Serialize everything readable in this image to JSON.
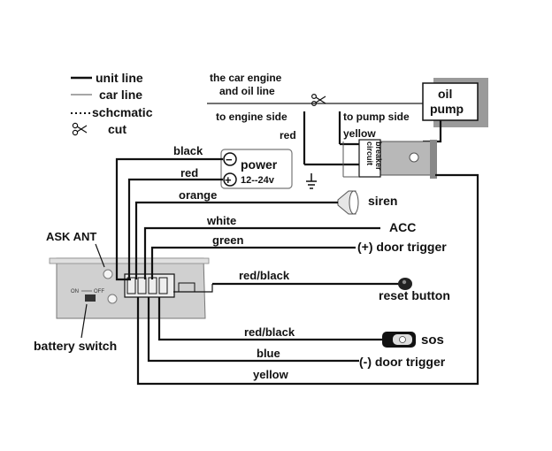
{
  "legend": {
    "unit_line": "unit line",
    "car_line": "car line",
    "schematic": "schcmatic",
    "cut": "cut"
  },
  "engine": {
    "title_line1": "the car engine",
    "title_line2": "and oil line",
    "to_engine_side": "to engine side",
    "to_pump_side": "to pump side",
    "red": "red",
    "yellow": "yellow"
  },
  "oil_pump": {
    "line1": "oil",
    "line2": "pump"
  },
  "breaker": {
    "line1": "circuit",
    "line2": "breaker"
  },
  "power": {
    "label": "power",
    "voltage": "12--24v",
    "minus": "−",
    "plus": "+"
  },
  "wires": {
    "black": "black",
    "red": "red",
    "orange": "orange",
    "white": "white",
    "green": "green",
    "red_black_1": "red/black",
    "red_black_2": "red/black",
    "blue": "blue",
    "yellow": "yellow"
  },
  "connections": {
    "siren": "siren",
    "acc": "ACC",
    "door_trigger_pos": "(+) door trigger",
    "reset_button": "reset button",
    "sos": "sos",
    "door_trigger_neg": "(-) door trigger"
  },
  "device": {
    "ask_ant": "ASK ANT",
    "battery_switch": "battery switch",
    "on": "ON",
    "off": "OFF"
  }
}
